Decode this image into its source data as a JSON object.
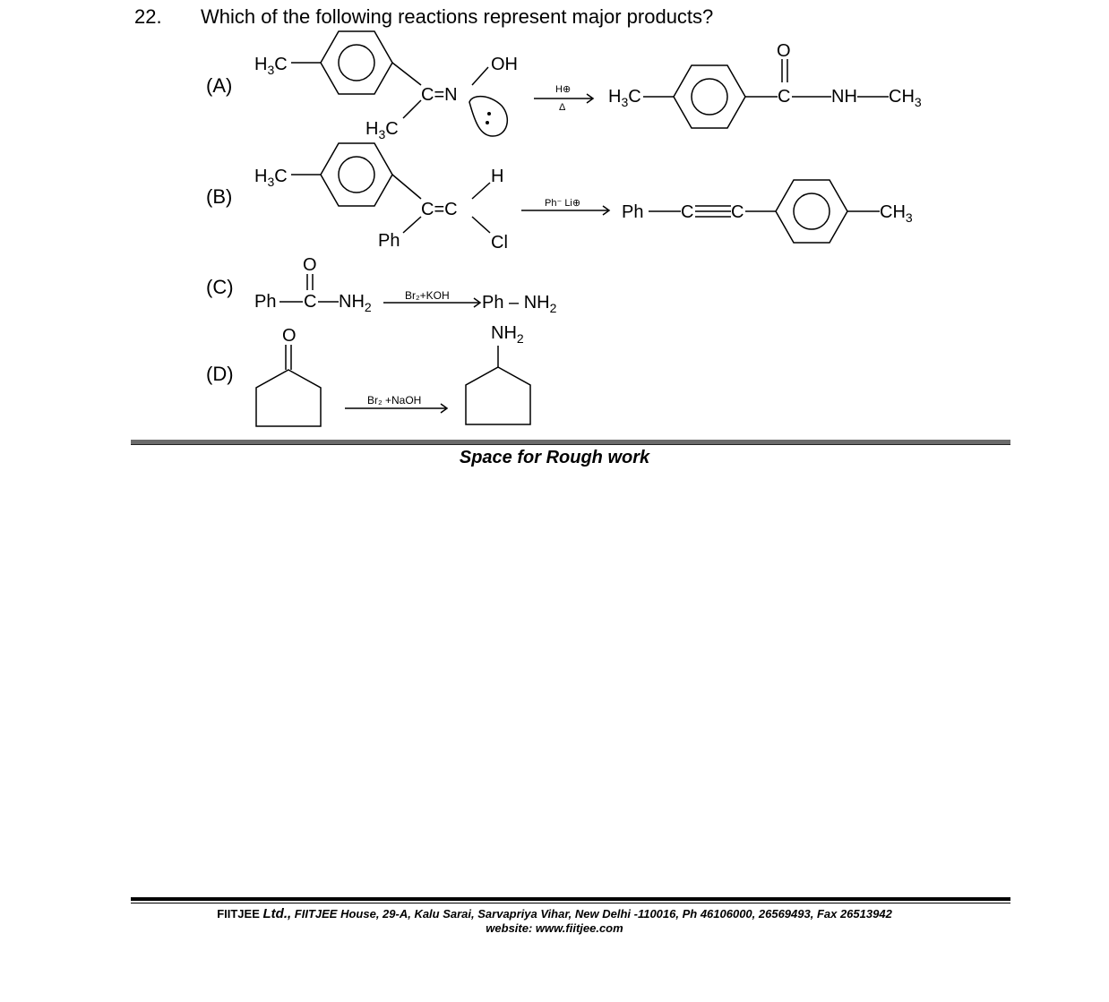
{
  "question": {
    "number": "22.",
    "text": "Which of the following reactions represent major products?"
  },
  "options": {
    "a": {
      "label": "(A)",
      "reagent_top": "H⊕",
      "reagent_bottom": "Δ",
      "labels": {
        "h3c_ring": "H",
        "h3c_methyl": "H",
        "oh": "OH",
        "cn": "C=N",
        "p_h3c": "H",
        "carbonyl_o": "O",
        "carbon": "C",
        "amide": "NH",
        "ch3": "CH"
      }
    },
    "b": {
      "label": "(B)",
      "reagent": "Ph⁻ Li⊕",
      "labels": {
        "h3c": "H",
        "h": "H",
        "cc": "C=C",
        "ph": "Ph",
        "cl": "Cl",
        "p_ph": "Ph",
        "p_c1": "C",
        "p_c2": "C",
        "ch3": "CH"
      }
    },
    "c": {
      "label": "(C)",
      "reagent": "Br₂+KOH",
      "labels": {
        "o": "O",
        "ph": "Ph",
        "c": "C",
        "nh2": "NH",
        "product": "Ph – NH"
      }
    },
    "d": {
      "label": "(D)",
      "reagent": "Br₂ +NaOH",
      "labels": {
        "o": "O",
        "nh2": "NH"
      }
    }
  },
  "rough_work": "Space for Rough work",
  "footer": {
    "brand": "FIITJEE",
    "ltd": "Ltd.,",
    "address": "FIITJEE House, 29-A, Kalu  Sarai, Sarvapriya Vihar, New Delhi -110016, Ph 46106000, 26569493, Fax 26513942",
    "website": "website: www.fiitjee.com"
  }
}
